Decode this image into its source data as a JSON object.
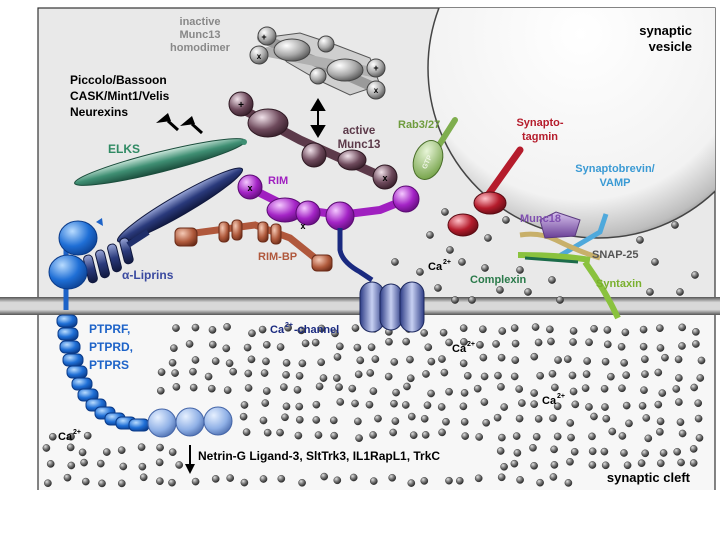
{
  "labels": {
    "vesicle": [
      "synaptic",
      "vesicle"
    ],
    "inactive_munc13": [
      "inactive",
      "Munc13",
      "homodimer"
    ],
    "piccolo_group": [
      "Piccolo/Bassoon",
      "CASK/Mint1/Velis",
      "Neurexins"
    ],
    "active_munc13": [
      "active",
      "Munc13"
    ],
    "rab": "Rab3/27",
    "gtp": "GTP",
    "synaptotagmin": [
      "Synapto-",
      "tagmin"
    ],
    "elks": "ELKS",
    "rim": "RIM",
    "synaptobrevin": [
      "Synaptobrevin/",
      "VAMP"
    ],
    "munc18": "Munc18",
    "rim_bp": "RIM-BP",
    "ca_zone": "Ca",
    "ca_sup": "2+",
    "snap25": "SNAP-25",
    "liprins": "α-Liprins",
    "complexin": "Complexin",
    "syntaxin": "Syntaxin",
    "ca_channel": "Ca",
    "ca_channel_suffix": "-channel",
    "ptpr": [
      "PTPRF,",
      "PTPRD,",
      "PTPRS"
    ],
    "ca_cleft_1": "Ca",
    "ca_cleft_2": "Ca",
    "ca_cleft_3": "Ca",
    "ligands": "Netrin-G Ligand-3, SltTrk3, IL1RapL1, TrkC",
    "cleft": "synaptic cleft"
  },
  "colors": {
    "terminal_bg": "#e9e9e9",
    "cleft_bg": "#f7f7f7",
    "munc13": "#5c3a4a",
    "rim": "#a020c0",
    "rim_bp": "#b0583c",
    "elks": "#3f8f73",
    "liprin": "#1f2e6a",
    "ptpr": "#1d63c8",
    "channel": "#4b60b4",
    "rab": "#7fae4e",
    "synaptotagmin": "#b51c2c",
    "vamp": "#4fa9dc",
    "munc18": "#8c64b4",
    "syntaxin": "#8ac23e"
  }
}
